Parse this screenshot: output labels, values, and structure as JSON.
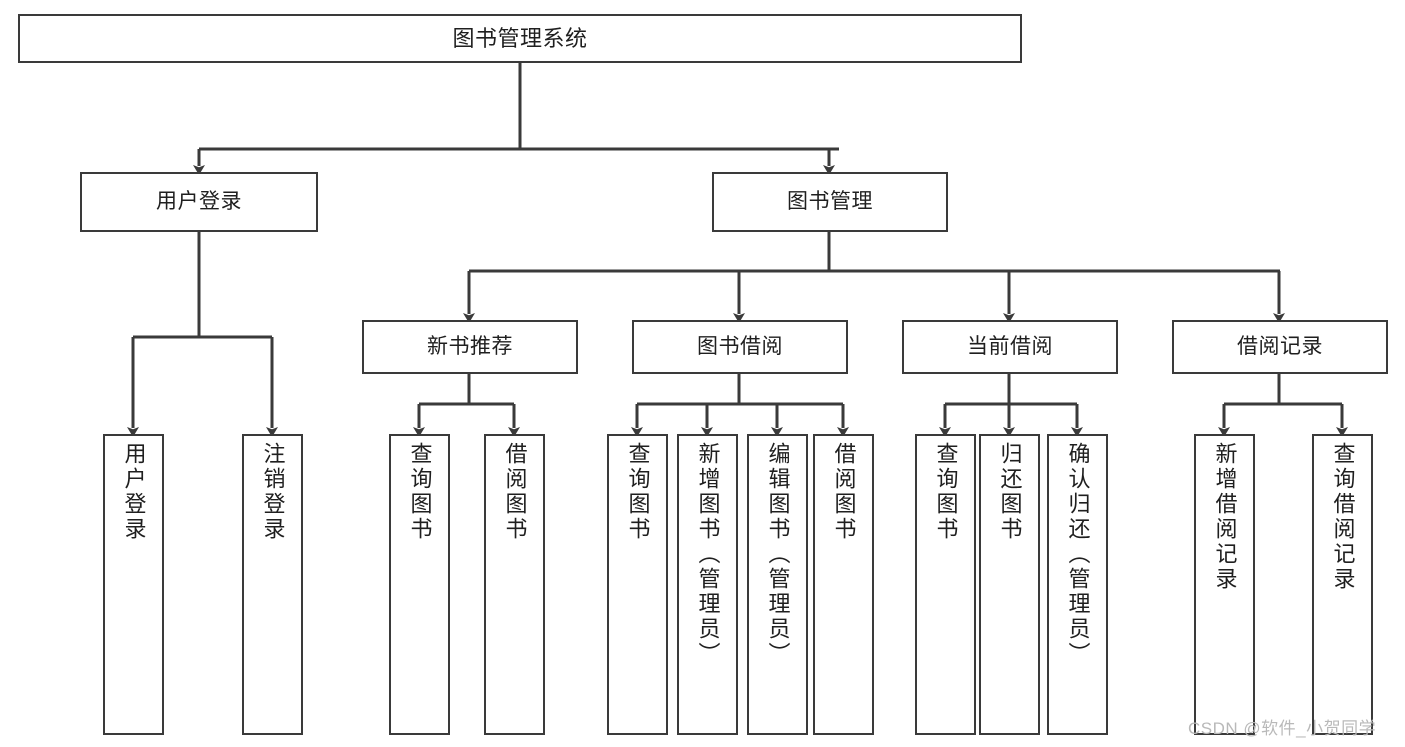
{
  "diagram": {
    "title": "图书管理系统",
    "type": "tree-hierarchy-diagram",
    "watermark": "CSDN @软件_小贺同学",
    "colors": {
      "box_border": "#3a3a3a",
      "box_fill": "#ffffff",
      "connector": "#3a3a3a",
      "text": "#1f1f1f",
      "watermark": "#b9b9b9"
    }
  },
  "nodes": {
    "root": {
      "label": "图书管理系统"
    },
    "level2": [
      {
        "label": "用户登录"
      },
      {
        "label": "图书管理"
      }
    ],
    "level3": [
      {
        "label": "新书推荐"
      },
      {
        "label": "图书借阅"
      },
      {
        "label": "当前借阅"
      },
      {
        "label": "借阅记录"
      }
    ],
    "leaves": {
      "user_login": [
        {
          "label": "用户登录"
        },
        {
          "label": "注销登录"
        }
      ],
      "new_book_recommend": [
        {
          "label": "查询图书"
        },
        {
          "label": "借阅图书"
        }
      ],
      "book_borrow": [
        {
          "label": "查询图书"
        },
        {
          "label": "新增图书（管理员）"
        },
        {
          "label": "编辑图书（管理员）"
        },
        {
          "label": "借阅图书"
        }
      ],
      "current_borrow": [
        {
          "label": "查询图书"
        },
        {
          "label": "归还图书"
        },
        {
          "label": "确认归还（管理员）"
        }
      ],
      "borrow_record": [
        {
          "label": "新增借阅记录"
        },
        {
          "label": "查询借阅记录"
        }
      ]
    }
  }
}
